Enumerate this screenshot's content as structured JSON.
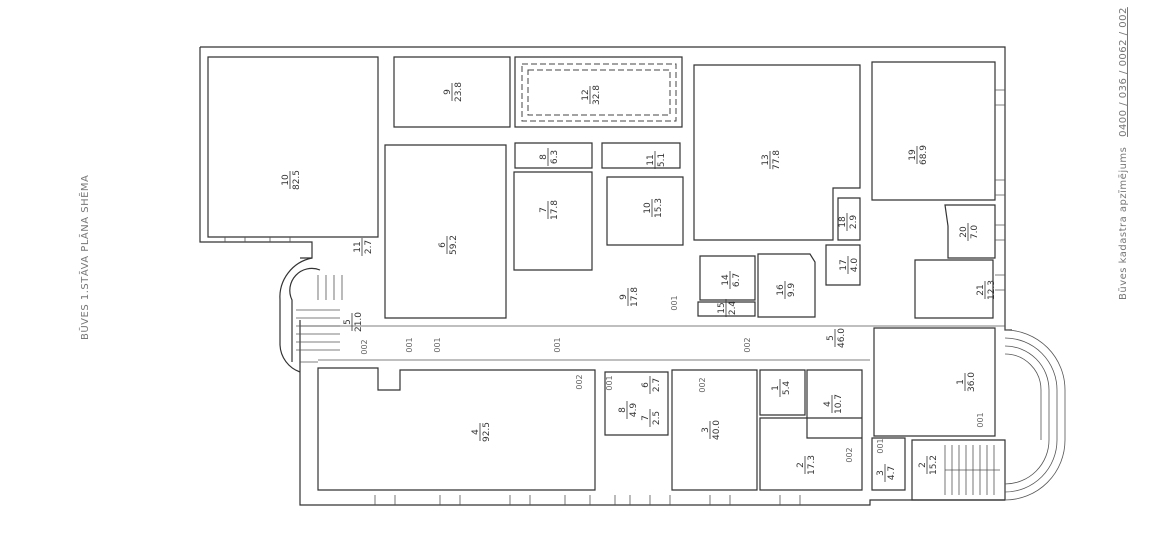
{
  "title": "BŪVES 1.STĀVA PLĀNA SHĒMA",
  "cadastral": {
    "label": "Būves kadastra apzīmējums",
    "code": "0400 / 036 / 0062 / 002"
  },
  "rooms": [
    {
      "no": "10",
      "area": "82.5"
    },
    {
      "no": "9",
      "area": "23.8"
    },
    {
      "no": "12",
      "area": "32.8"
    },
    {
      "no": "6",
      "area": "59.2"
    },
    {
      "no": "8",
      "area": "6.3"
    },
    {
      "no": "11",
      "area": "5.1"
    },
    {
      "no": "7",
      "area": "17.8"
    },
    {
      "no": "10",
      "area": "15.3"
    },
    {
      "no": "11",
      "area": "2.7"
    },
    {
      "no": "5",
      "area": "21.0"
    },
    {
      "no": "9",
      "area": "17.8"
    },
    {
      "no": "13",
      "area": "77.8"
    },
    {
      "no": "19",
      "area": "68.9"
    },
    {
      "no": "18",
      "area": "2.9"
    },
    {
      "no": "17",
      "area": "4.0"
    },
    {
      "no": "14",
      "area": "6.7"
    },
    {
      "no": "15",
      "area": "2.4"
    },
    {
      "no": "16",
      "area": "9.9"
    },
    {
      "no": "20",
      "area": "7.0"
    },
    {
      "no": "21",
      "area": "12.3"
    },
    {
      "no": "5",
      "area": "46.0"
    },
    {
      "no": "4",
      "area": "92.5"
    },
    {
      "no": "8",
      "area": "4.9"
    },
    {
      "no": "6",
      "area": "2.7"
    },
    {
      "no": "7",
      "area": "2.5"
    },
    {
      "no": "3",
      "area": "40.0"
    },
    {
      "no": "1",
      "area": "5.4"
    },
    {
      "no": "4",
      "area": "10.7"
    },
    {
      "no": "1",
      "area": "36.0"
    },
    {
      "no": "2",
      "area": "17.3"
    },
    {
      "no": "3",
      "area": "4.7"
    },
    {
      "no": "2",
      "area": "15.2"
    }
  ],
  "zone_labels": [
    "001",
    "002",
    "001",
    "002",
    "002",
    "001",
    "002",
    "001",
    "001",
    "001",
    "002",
    "001"
  ]
}
